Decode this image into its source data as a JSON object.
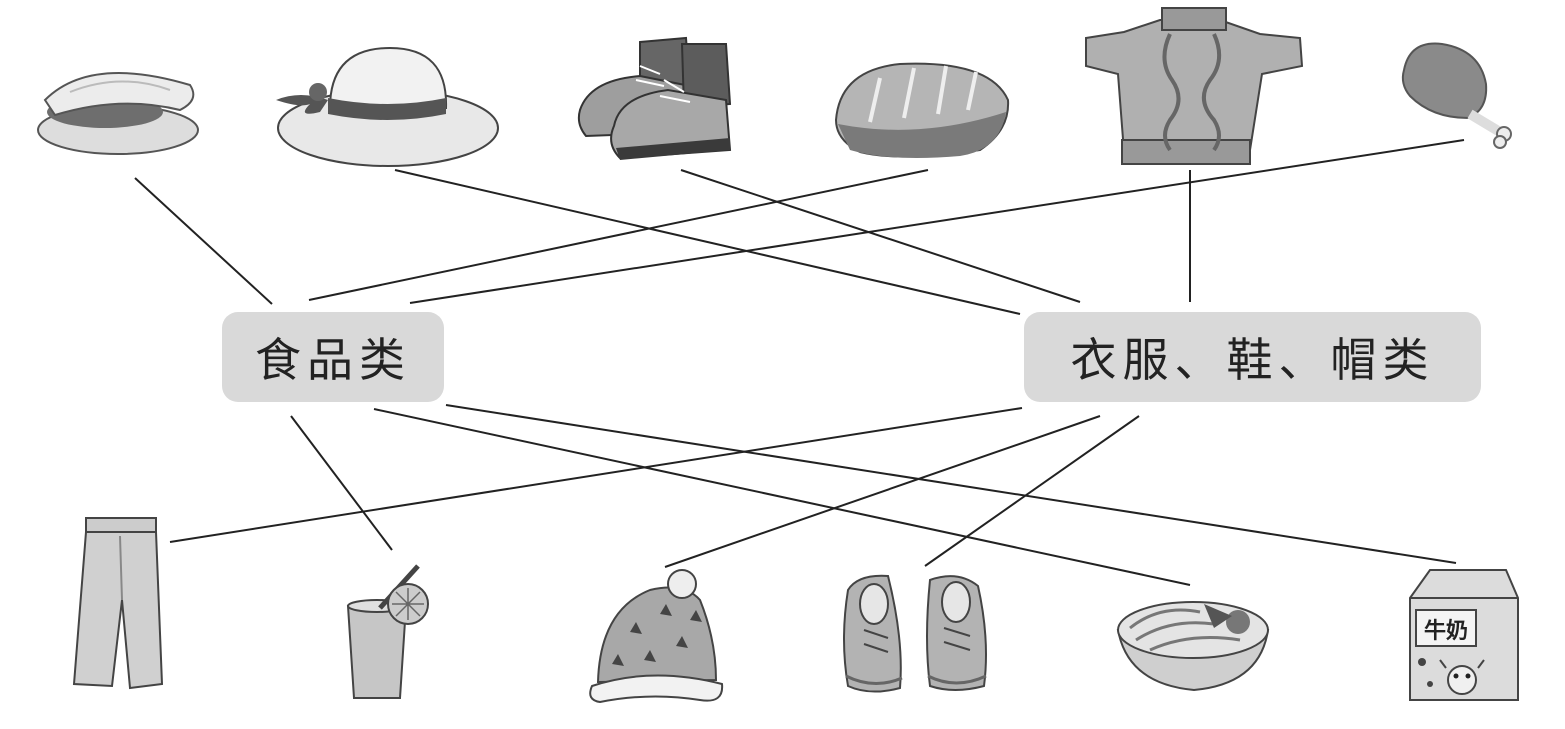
{
  "categories": {
    "food": {
      "label": "食品类"
    },
    "clothing": {
      "label": "衣服、鞋、帽类"
    }
  },
  "items_top": [
    {
      "icon": "sandwich-bun-icon",
      "category": "food"
    },
    {
      "icon": "sun-hat-icon",
      "category": "clothing"
    },
    {
      "icon": "boots-icon",
      "category": "clothing"
    },
    {
      "icon": "bread-loaf-icon",
      "category": "food"
    },
    {
      "icon": "sweater-icon",
      "category": "clothing"
    },
    {
      "icon": "chicken-drumstick-icon",
      "category": "food"
    }
  ],
  "items_bottom": [
    {
      "icon": "pants-icon",
      "category": "clothing"
    },
    {
      "icon": "juice-drink-icon",
      "category": "food"
    },
    {
      "icon": "knit-hat-icon",
      "category": "clothing"
    },
    {
      "icon": "sneakers-icon",
      "category": "clothing"
    },
    {
      "icon": "noodle-bowl-icon",
      "category": "food"
    },
    {
      "icon": "milk-carton-icon",
      "category": "food",
      "label": "牛奶"
    }
  ],
  "colors": {
    "box_fill": "#d9d9d9",
    "line": "#222222",
    "illustration_gray": "#9a9a9a"
  }
}
